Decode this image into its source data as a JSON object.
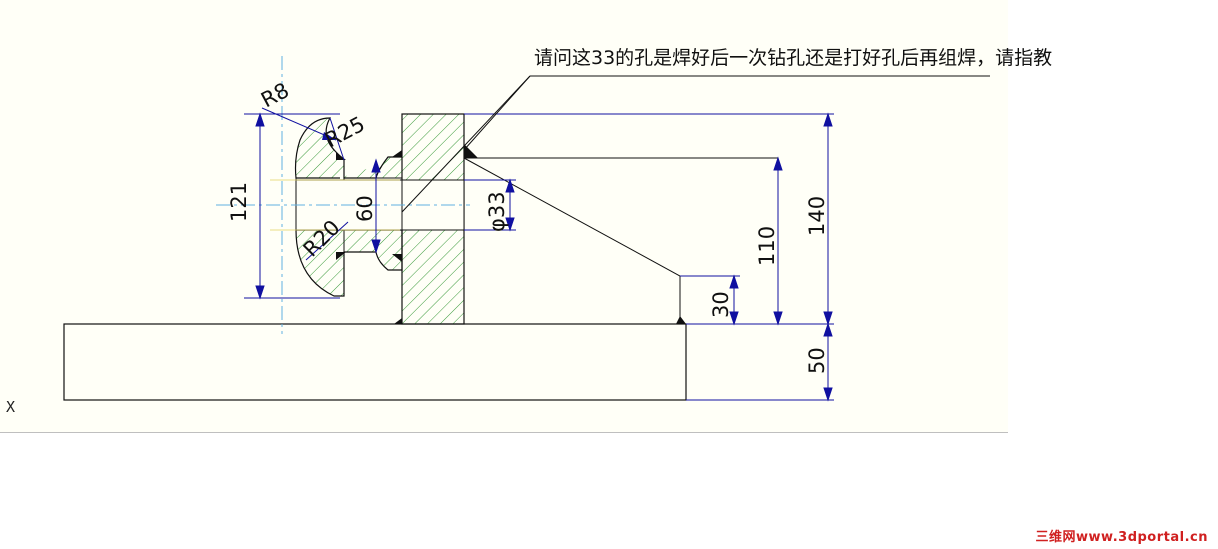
{
  "note": "请问这33的孔是焊好后一次钻孔还是打好孔后再组焊，请指教",
  "dimensions": {
    "r8": "R8",
    "r25": "R25",
    "r20": "R20",
    "d121": "121",
    "d60": "60",
    "phi33": "φ33",
    "d110": "110",
    "d140": "140",
    "d30": "30",
    "d50": "50"
  },
  "axis_label": "X",
  "watermark": "三维网www.3dportal.cn",
  "colors": {
    "background": "#fffff7",
    "line": "#101010",
    "dimension": "#1010a0",
    "hatch": "#3a9a3a",
    "centerline": "#60b0e0"
  }
}
